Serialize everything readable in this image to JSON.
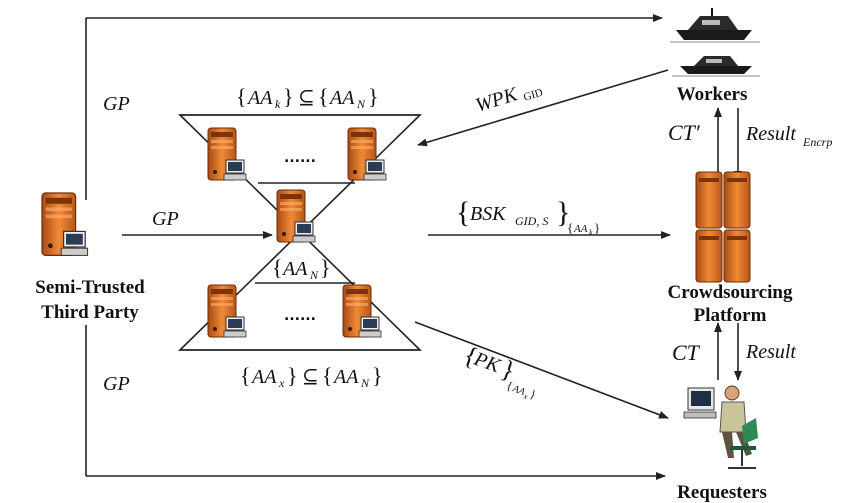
{
  "nodes": {
    "third_party": {
      "line1": "Semi-Trusted",
      "line2": "Third Party"
    },
    "workers": "Workers",
    "platform": {
      "line1": "Crowdsourcing",
      "line2": "Platform"
    },
    "requesters": "Requesters"
  },
  "edges": {
    "gp_top": "GP",
    "gp_mid": "GP",
    "gp_bottom": "GP",
    "wpk": {
      "main": "WPK",
      "sub": "GID"
    },
    "bsk": {
      "main": "BSK",
      "sub": "GID, S",
      "outer_sub": "AA",
      "outer_sub_sub": "k"
    },
    "pk": {
      "main": "PK",
      "outer_sub": "AA",
      "outer_sub_sub": "x"
    },
    "ct_prime": "CT′",
    "result_encrp": {
      "main": "Result",
      "sub": "Encrp"
    },
    "ct": "CT",
    "result": "Result"
  },
  "sets": {
    "top": {
      "a": "AA",
      "a_sub": "k",
      "op": "⊆",
      "b": "AA",
      "b_sub": "N"
    },
    "mid": {
      "a": "AA",
      "a_sub": "N"
    },
    "bottom": {
      "a": "AA",
      "a_sub": "x",
      "op": "⊆",
      "b": "AA",
      "b_sub": "N"
    }
  },
  "dots": {
    "top": "......",
    "bottom": "......"
  },
  "colors": {
    "server_orange": "#e07a2a",
    "server_dark": "#8c3d10",
    "line": "#222222"
  }
}
